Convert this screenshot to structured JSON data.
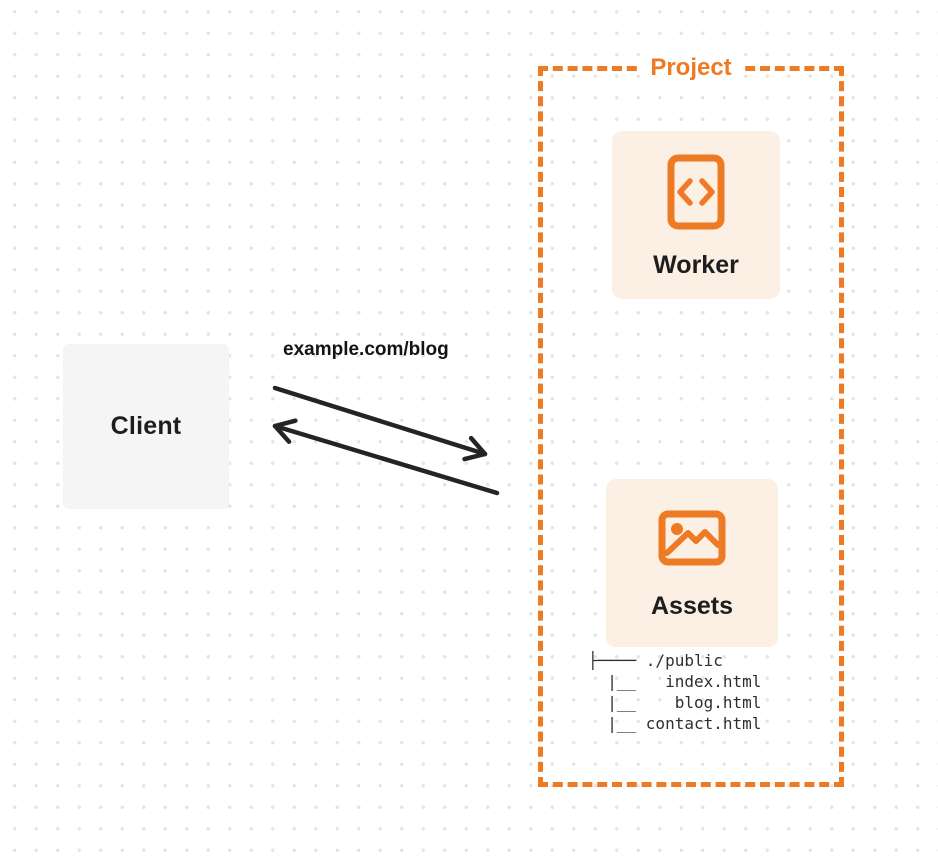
{
  "diagram": {
    "client": {
      "label": "Client"
    },
    "request": {
      "label": "example.com/blog"
    },
    "project": {
      "label": "Project",
      "worker": {
        "label": "Worker",
        "icon": "code-document-icon"
      },
      "assets": {
        "label": "Assets",
        "icon": "image-icon"
      },
      "file_tree": {
        "lines": [
          "├──── ./public",
          "  |__   index.html",
          "  |__    blog.html",
          "  |__ contact.html"
        ]
      }
    },
    "colors": {
      "accent": "#EE7A23",
      "node_fill": "#FCF0E4",
      "client_fill": "#F5F5F6",
      "arrow": "#242424",
      "dot_grid": "#E4E4E4",
      "text_dark": "#1D1D1D"
    }
  }
}
